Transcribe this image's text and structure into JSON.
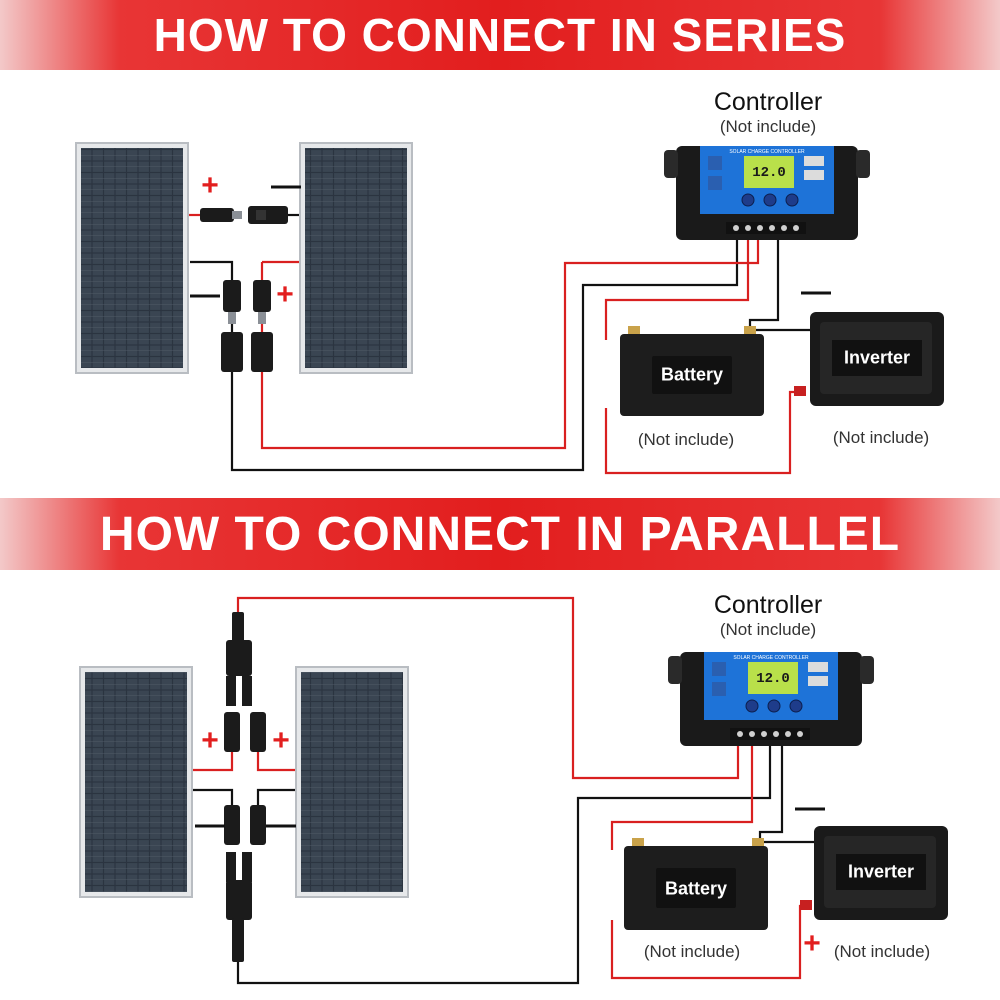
{
  "series": {
    "banner": "HOW TO CONNECT IN SERIES",
    "controller_title": "Controller",
    "controller_note": "(Not include)",
    "battery_label": "Battery",
    "battery_note": "(Not include)",
    "inverter_label": "Inverter",
    "inverter_note": "(Not include)",
    "plus_sign": "+",
    "minus_sign": "—"
  },
  "parallel": {
    "banner": "HOW TO CONNECT IN PARALLEL",
    "controller_title": "Controller",
    "controller_note": "(Not include)",
    "battery_label": "Battery",
    "battery_note": "(Not include)",
    "inverter_label": "Inverter",
    "inverter_note": "(Not include)",
    "plus_sign": "+",
    "minus_sign": "—"
  },
  "controller_screen": {
    "header": "SOLAR CHARGE CONTROLLER",
    "voltage": "12.0"
  },
  "colors": {
    "banner_red": "#e21e1e",
    "wire_red": "#d92020",
    "wire_black": "#111111",
    "controller_blue": "#1e73d8",
    "lcd_green": "#b9e04a"
  }
}
